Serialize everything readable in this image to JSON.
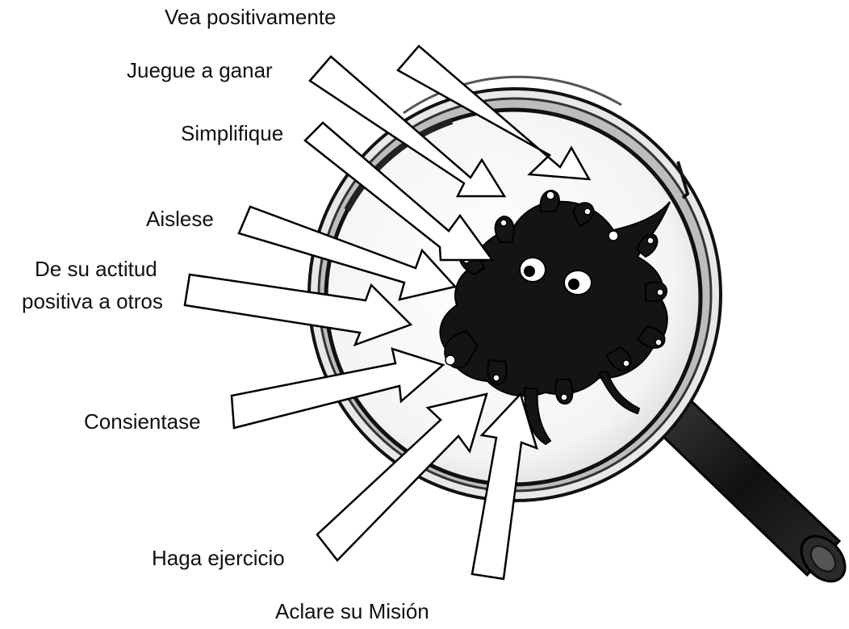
{
  "labels": {
    "vea": "Vea positivamente",
    "juegue": "Juegue a ganar",
    "simplifique": "Simplifique",
    "aislese": "Aislese",
    "actitud_line1": "De su actitud",
    "actitud_line2": "positiva a otros",
    "consientase": "Consientase",
    "ejercicio": "Haga ejercicio",
    "mision": "Aclare su Misión"
  },
  "colors": {
    "ink": "#111111",
    "arrow_fill": "#ffffff",
    "lens_ring": "#2a2a2a",
    "handle": "#1e1e1e",
    "germ": "#141414"
  },
  "icons": {
    "magnifier": "magnifying-glass-icon",
    "germ": "germ-monster-icon"
  }
}
